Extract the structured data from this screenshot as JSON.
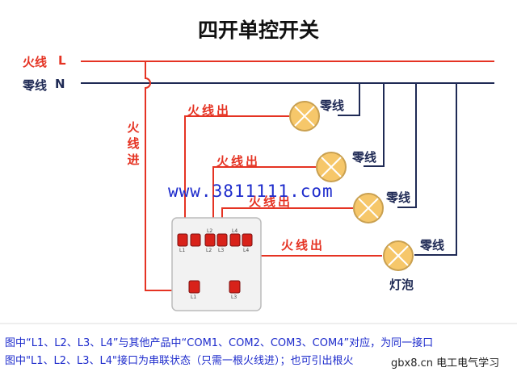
{
  "title": "四开单控开关",
  "lines": {
    "live_label": "火线",
    "live_symbol": "L",
    "neutral_label": "零线",
    "neutral_symbol": "N"
  },
  "feed_label": "火线进",
  "outputs": [
    {
      "live_out": "火线出",
      "neutral": "零线"
    },
    {
      "live_out": "火线出",
      "neutral": "零线"
    },
    {
      "live_out": "火线出",
      "neutral": "零线"
    },
    {
      "live_out": "火线出",
      "neutral": "零线"
    }
  ],
  "bulb_label": "灯泡",
  "switch_terminals": {
    "top": [
      "L2",
      "L4"
    ],
    "top_small": [
      "L1",
      "L2",
      "L3",
      "L4"
    ],
    "bottom": [
      "L1",
      "L3"
    ]
  },
  "watermark": "www.3811111.com",
  "notes": [
    "图中“L1、L2、L3、L4”与其他产品中“COM1、COM2、COM3、COM4”对应，为同一接口",
    "图中\"L1、L2、L3、L4\"接口为串联状态（只需一根火线进）；也可引出根火"
  ],
  "footer_logo": "gbx8.cn 电工电气学习",
  "colors": {
    "live": "#e53323",
    "neutral": "#1f2a55",
    "bulb": "#f6c76a",
    "watermark": "#1d2bcc"
  }
}
